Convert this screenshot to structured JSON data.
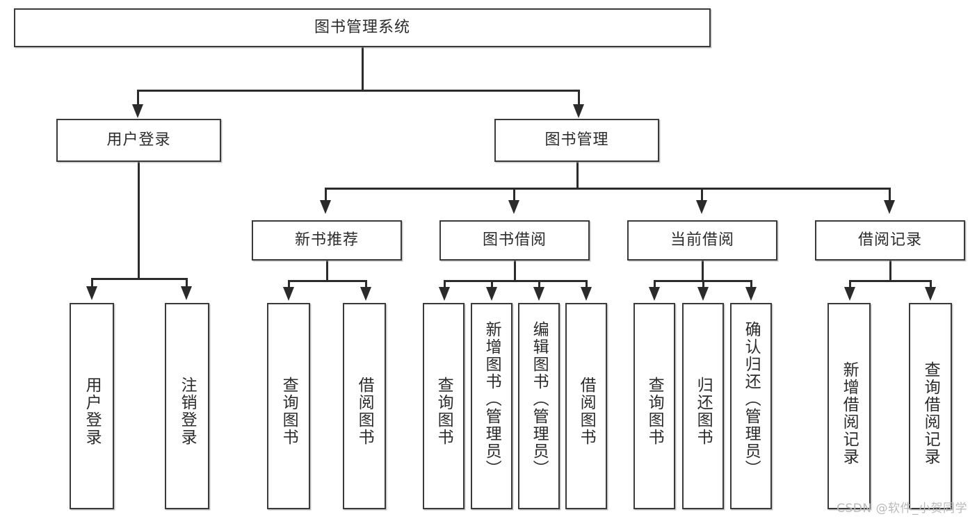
{
  "diagram": {
    "type": "tree-hierarchy",
    "title": "图书管理系统",
    "orientation": "top-down",
    "colors": {
      "box_border": "#3a3a3a",
      "box_fill": "#ffffff",
      "connector": "#2b2b2b",
      "text": "#2b2b2b",
      "watermark": "#b9b9b9",
      "background": "#ffffff"
    },
    "root": {
      "label": "图书管理系统"
    },
    "level2": [
      {
        "label": "用户登录"
      },
      {
        "label": "图书管理"
      }
    ],
    "level3": [
      {
        "label": "新书推荐"
      },
      {
        "label": "图书借阅"
      },
      {
        "label": "当前借阅"
      },
      {
        "label": "借阅记录"
      }
    ],
    "leaves": {
      "user_login": [
        {
          "label": "用户登录"
        },
        {
          "label": "注销登录"
        }
      ],
      "new_book_recommend": [
        {
          "label": "查询图书"
        },
        {
          "label": "借阅图书"
        }
      ],
      "book_borrow": [
        {
          "label": "查询图书"
        },
        {
          "label": "新增图书（管理员）"
        },
        {
          "label": "编辑图书（管理员）"
        },
        {
          "label": "借阅图书"
        }
      ],
      "current_borrow": [
        {
          "label": "查询图书"
        },
        {
          "label": "归还图书"
        },
        {
          "label": "确认归还（管理员）"
        }
      ],
      "borrow_record": [
        {
          "label": "新增借阅记录"
        },
        {
          "label": "查询借阅记录"
        }
      ]
    }
  },
  "watermark": {
    "text": "CSDN @软件_小贺同学"
  }
}
